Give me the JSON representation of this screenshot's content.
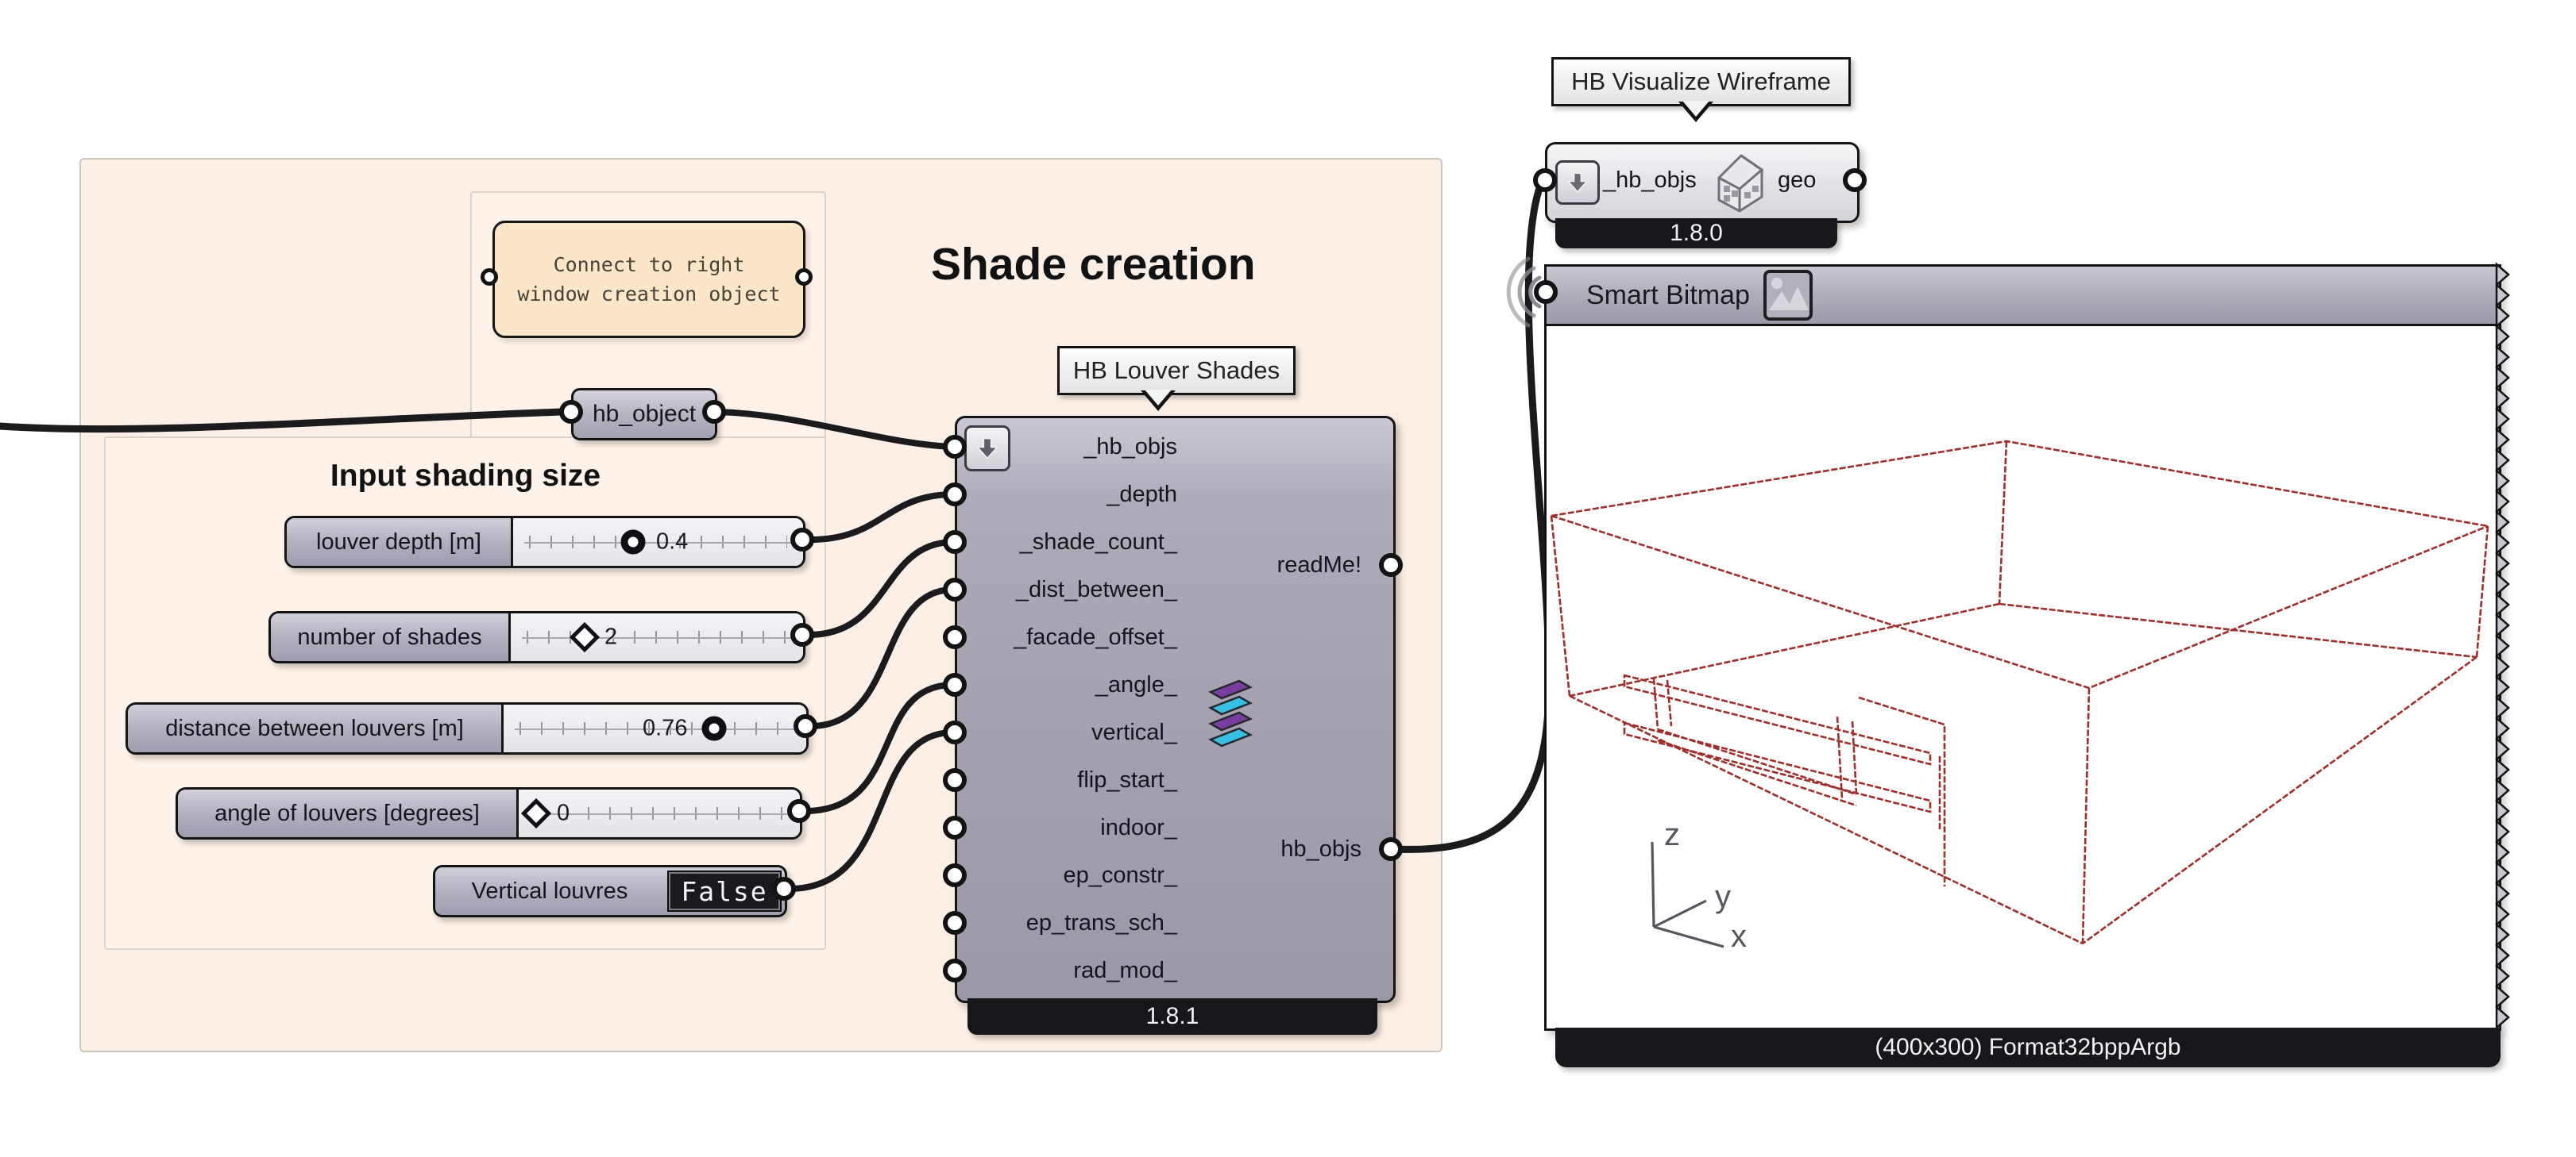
{
  "titles": {
    "shade_creation": "Shade creation",
    "input_shading": "Input shading size"
  },
  "note": {
    "line1": "Connect to right",
    "line2": "window creation object"
  },
  "hb_object": {
    "label": "hb_object"
  },
  "louver_component": {
    "tooltip": "HB Louver Shades",
    "inputs": [
      "_hb_objs",
      "_depth",
      "_shade_count_",
      "_dist_between_",
      "_facade_offset_",
      "_angle_",
      "vertical_",
      "flip_start_",
      "indoor_",
      "ep_constr_",
      "ep_trans_sch_",
      "rad_mod_"
    ],
    "outputs": [
      "readMe!",
      "hb_objs"
    ],
    "version": "1.8.1"
  },
  "sliders": [
    {
      "label": "louver depth [m]",
      "value": "0.4",
      "grip": "ring"
    },
    {
      "label": "number of shades",
      "value": "2",
      "grip": "diamond"
    },
    {
      "label": "distance between louvers [m]",
      "value": "0.76",
      "grip": "ring"
    },
    {
      "label": "angle of louvers [degrees]",
      "value": "0",
      "grip": "diamond"
    }
  ],
  "toggle": {
    "label": "Vertical louvres",
    "value": "False"
  },
  "visualize_component": {
    "tooltip": "HB Visualize Wireframe",
    "input": "_hb_objs",
    "output": "geo",
    "version": "1.8.0"
  },
  "smart_bitmap": {
    "title": "Smart Bitmap",
    "caption": "(400x300) Format32bppArgb",
    "axis": {
      "x": "x",
      "y": "y",
      "z": "z"
    }
  },
  "colors": {
    "group_fill": "#fcf0e6",
    "note_fill": "#fbe6c9",
    "wire": "#1b1b1e",
    "wireframe_red": "#9e2e2b",
    "louver_icon_purple": "#7a3f9e",
    "louver_icon_cyan": "#38bfe2"
  }
}
